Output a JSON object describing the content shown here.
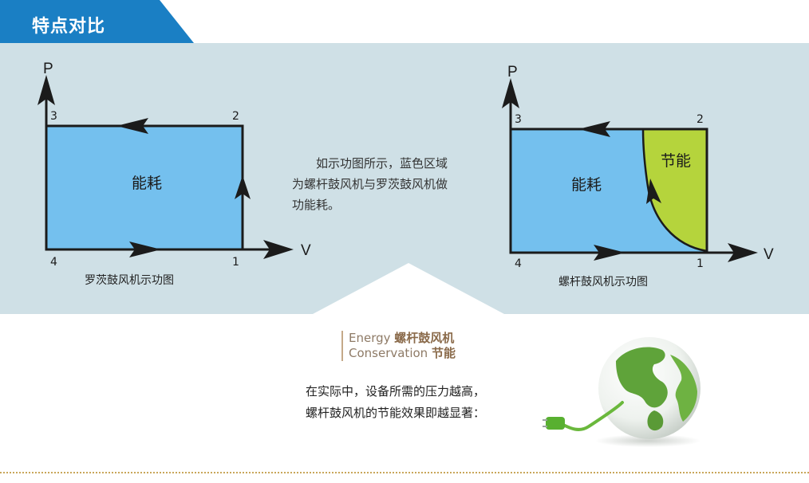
{
  "header": {
    "title": "特点对比"
  },
  "roots_diagram": {
    "axis_y": "P",
    "axis_x": "V",
    "points": {
      "p1": "1",
      "p2": "2",
      "p3": "3",
      "p4": "4"
    },
    "area_label": "能耗",
    "caption": "罗茨鼓风机示功图"
  },
  "screw_diagram": {
    "axis_y": "P",
    "axis_x": "V",
    "points": {
      "p1": "1",
      "p2": "2",
      "p3": "3",
      "p4": "4"
    },
    "area_label": "能耗",
    "saving_label": "节能",
    "caption": "螺杆鼓风机示功图"
  },
  "middle": {
    "lines": [
      "　　如示功图所示，蓝色区域",
      "为螺杆鼓风机与罗茨鼓风机做",
      "功能耗。"
    ]
  },
  "brand": {
    "line1_en": "Energy ",
    "line1_cn": "螺杆鼓风机",
    "line2_en": "Conservation ",
    "line2_cn": "节能"
  },
  "bottom": {
    "lines": [
      "在实际中，设备所需的压力越高，",
      "螺杆鼓风机的节能效果即越显著："
    ]
  },
  "colors": {
    "title_blue": "#1a7fc4",
    "band": "#cfe0e6",
    "energy_blue": "#74c0ee",
    "saving_green": "#b5d43c",
    "line": "#1b1b1b"
  },
  "icons": [
    "globe-plug-icon"
  ]
}
